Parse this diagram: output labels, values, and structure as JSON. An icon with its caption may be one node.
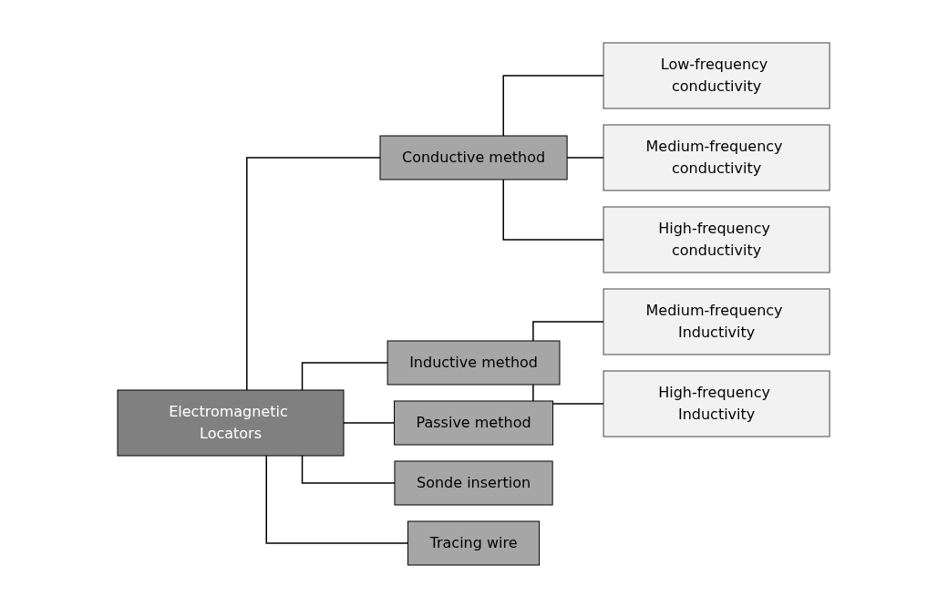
{
  "diagram": {
    "nodes": [
      {
        "text": [
          "Electromagnetic Locators"
        ]
      },
      {
        "text": [
          "Conductive method"
        ]
      },
      {
        "text": [
          "Low-frequency conductivity"
        ]
      },
      {
        "text": [
          "Medium-frequency conductivity"
        ]
      },
      {
        "text": [
          "High-frequency conductivity"
        ]
      },
      {
        "text": [
          "Inductive method"
        ]
      },
      {
        "text": [
          "Medium-frequency Inductivity"
        ]
      },
      {
        "text": [
          "High-frequency Inductivity"
        ]
      },
      {
        "text": [
          "Passive method"
        ]
      },
      {
        "text": [
          "Sonde insertion"
        ]
      },
      {
        "text": [
          "Tracing wire"
        ]
      }
    ],
    "edges": [
      {
        "from": 0,
        "to": 1,
        "arrow": "none"
      },
      {
        "from": 1,
        "to": 2,
        "arrow": "none"
      },
      {
        "from": 1,
        "to": 3,
        "arrow": "none"
      },
      {
        "from": 1,
        "to": 4,
        "arrow": "none"
      },
      {
        "from": 0,
        "to": 5,
        "arrow": "none"
      },
      {
        "from": 5,
        "to": 6,
        "arrow": "none"
      },
      {
        "from": 5,
        "to": 7,
        "arrow": "none"
      },
      {
        "from": 0,
        "to": 8,
        "arrow": "none"
      },
      {
        "from": 0,
        "to": 9,
        "arrow": "none"
      },
      {
        "from": 0,
        "to": 10,
        "arrow": "none"
      }
    ]
  }
}
